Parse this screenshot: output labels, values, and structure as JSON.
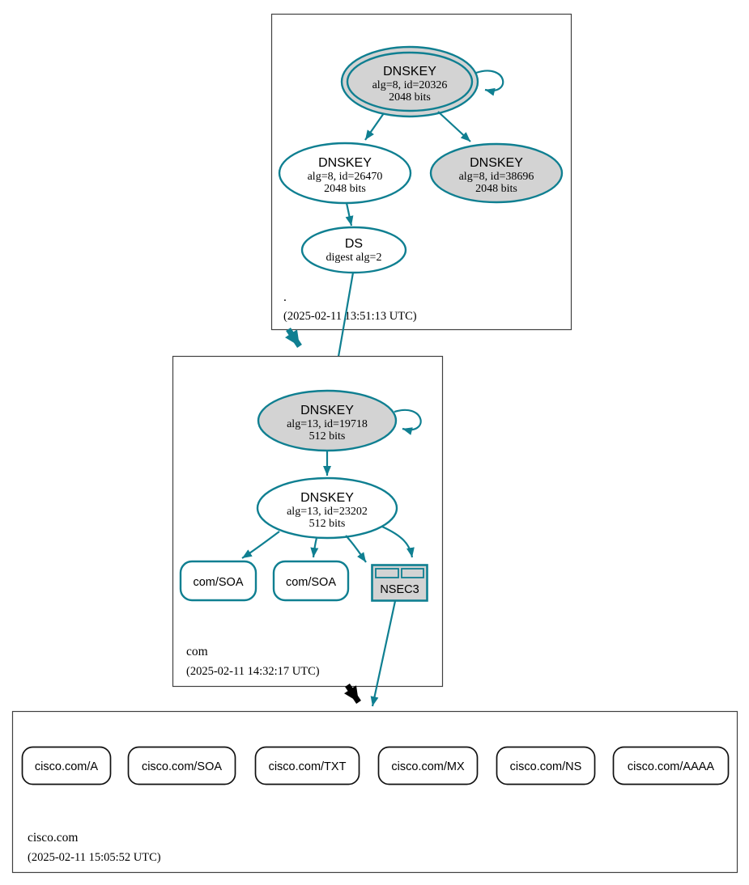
{
  "colors": {
    "edge_teal": "#0f7f91",
    "node_fill_gray": "#d3d3d3",
    "delegation_black": "#000000",
    "zone_box_border": "#404040"
  },
  "zones": {
    "root": {
      "label": ".",
      "timestamp": "(2025-02-11 13:51:13 UTC)",
      "ksk": {
        "title": "DNSKEY",
        "detail": "alg=8, id=20326",
        "bits": "2048 bits"
      },
      "zsk": {
        "title": "DNSKEY",
        "detail": "alg=8, id=26470",
        "bits": "2048 bits"
      },
      "key38696": {
        "title": "DNSKEY",
        "detail": "alg=8, id=38696",
        "bits": "2048 bits"
      },
      "ds": {
        "title": "DS",
        "detail": "digest alg=2"
      }
    },
    "com": {
      "label": "com",
      "timestamp": "(2025-02-11 14:32:17 UTC)",
      "ksk": {
        "title": "DNSKEY",
        "detail": "alg=13, id=19718",
        "bits": "512 bits"
      },
      "zsk": {
        "title": "DNSKEY",
        "detail": "alg=13, id=23202",
        "bits": "512 bits"
      },
      "soa1": "com/SOA",
      "soa2": "com/SOA",
      "nsec3": "NSEC3"
    },
    "cisco": {
      "label": "cisco.com",
      "timestamp": "(2025-02-11 15:05:52 UTC)",
      "rrsets": [
        "cisco.com/A",
        "cisco.com/SOA",
        "cisco.com/TXT",
        "cisco.com/MX",
        "cisco.com/NS",
        "cisco.com/AAAA"
      ]
    }
  }
}
